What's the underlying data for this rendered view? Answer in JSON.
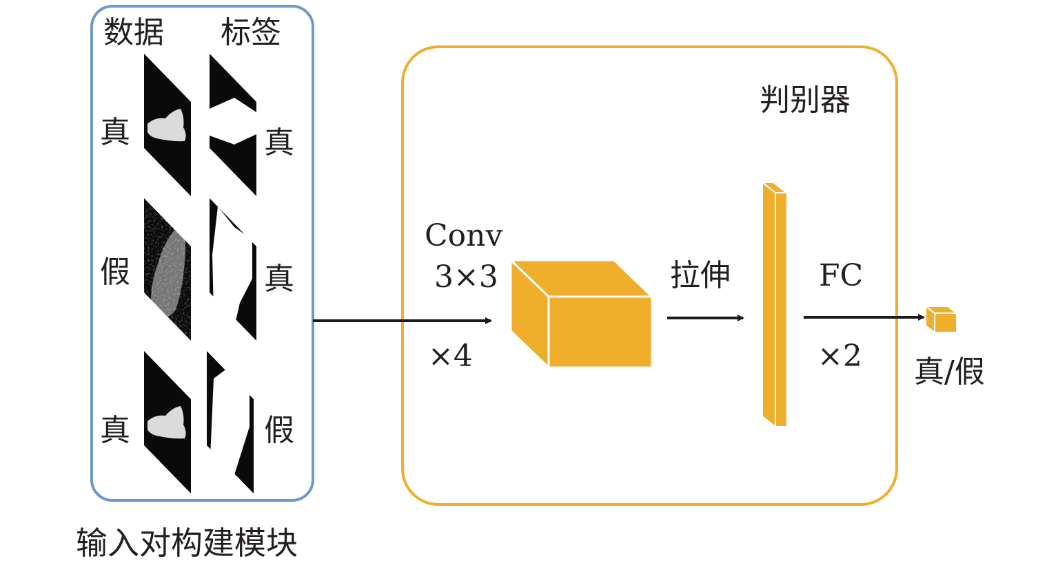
{
  "input_module": {
    "caption": "输入对构建模块",
    "col_headers": {
      "data": "数据",
      "label": "标签"
    },
    "rows": [
      {
        "data_label": "真",
        "pair_label": "真"
      },
      {
        "data_label": "假",
        "pair_label": "真"
      },
      {
        "data_label": "真",
        "pair_label": "假"
      }
    ]
  },
  "discriminator": {
    "title": "判别器",
    "conv_label_line1": "Conv",
    "conv_label_line2": "3×3",
    "conv_repeat": "×4",
    "flatten_label": "拉伸",
    "fc_label": "FC",
    "fc_repeat": "×2",
    "output_label": "真/假"
  },
  "colors": {
    "input_border": "#6b99cc",
    "discriminator_border": "#f0ae2d",
    "block_fill": "#f0ae2d",
    "arrow": "#1a1a1a",
    "text": "#231f20"
  }
}
